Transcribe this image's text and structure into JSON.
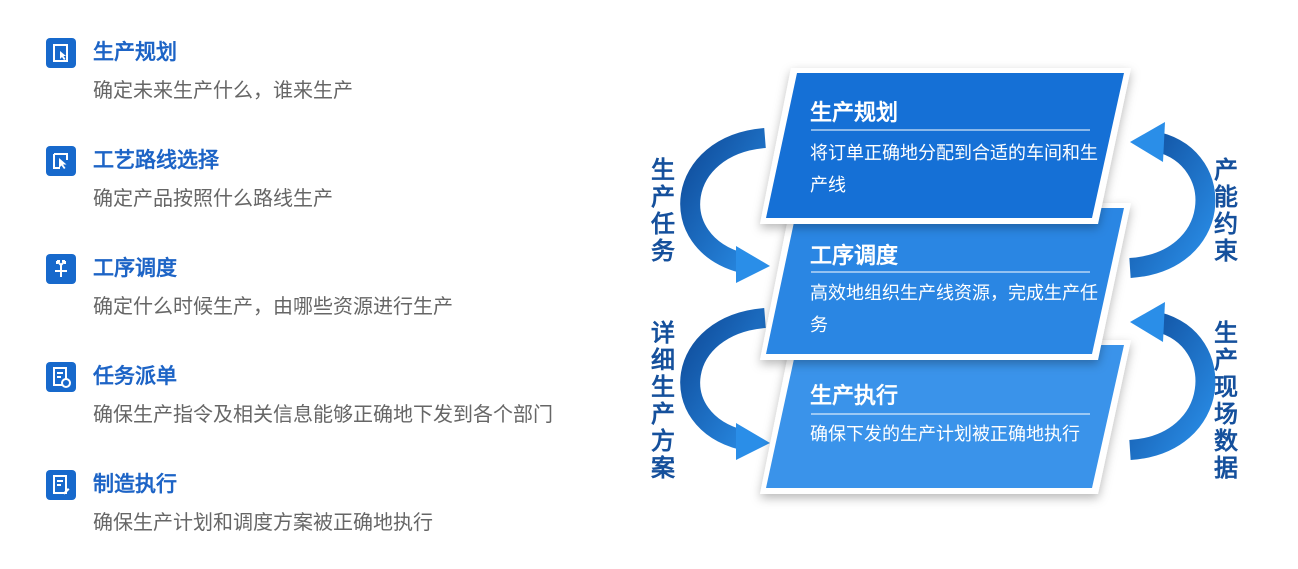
{
  "left_list": [
    {
      "title": "生产规划",
      "desc": "确定未来生产什么，谁来生产",
      "icon": "document-cursor-icon"
    },
    {
      "title": "工艺路线选择",
      "desc": "确定产品按照什么路线生产",
      "icon": "cursor-select-icon"
    },
    {
      "title": "工序调度",
      "desc": "确定什么时候生产，由哪些资源进行生产",
      "icon": "route-split-icon"
    },
    {
      "title": "任务派单",
      "desc": "确保生产指令及相关信息能够正确地下发到各个部门",
      "icon": "document-check-icon"
    },
    {
      "title": "制造执行",
      "desc": "确保生产计划和调度方案被正确地执行",
      "icon": "document-edit-icon"
    }
  ],
  "cards": [
    {
      "title": "生产规划",
      "desc": "将订单正确地分配到合适的车间和生产线"
    },
    {
      "title": "工序调度",
      "desc": "高效地组织生产线资源，完成生产任务"
    },
    {
      "title": "生产执行",
      "desc": "确保下发的生产计划被正确地执行"
    }
  ],
  "side_labels": {
    "left_top": "生产任务",
    "left_bottom": "详细生产方案",
    "right_top": "产能约束",
    "right_bottom": "生产现场数据"
  },
  "colors": {
    "accent": "#1769cc",
    "title_blue": "#1d64c6",
    "desc_gray": "#666666",
    "card1": "#1570d6",
    "card2": "#2a86e3",
    "card3": "#3a93ea",
    "label_navy": "#15509c"
  }
}
